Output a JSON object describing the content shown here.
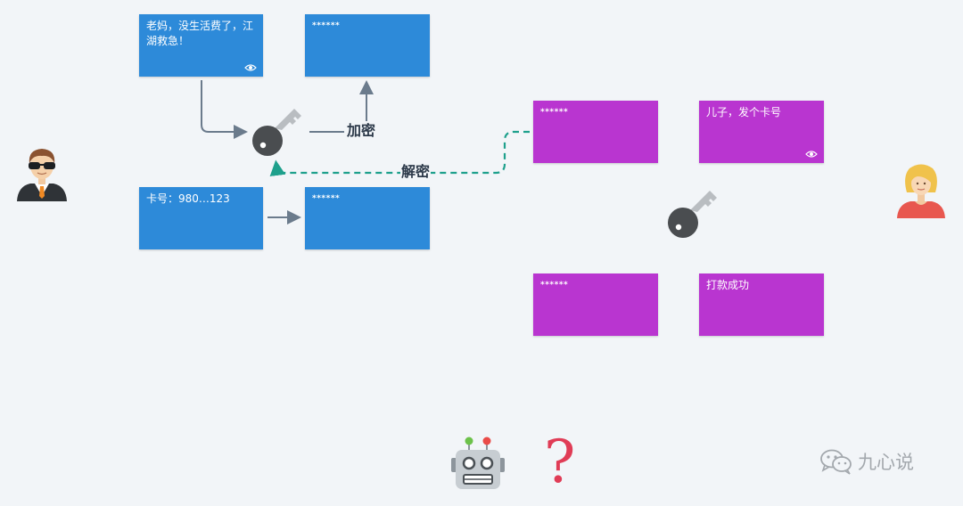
{
  "cards": {
    "plain_message": "老妈，没生活费了，江湖救急！",
    "encrypted_message": "******",
    "plain_card_number": "卡号：980…123",
    "encrypted_card_number": "******",
    "encrypted_reply_1": "******",
    "plain_reply_1": "儿子，发个卡号",
    "encrypted_reply_2": "******",
    "plain_reply_2": "打款成功"
  },
  "labels": {
    "encrypt": "加密",
    "decrypt": "解密"
  },
  "misc": {
    "question_mark": "?",
    "watermark": "九心说"
  },
  "icons": {
    "son": "man-with-sunglasses-icon",
    "mother": "woman-icon",
    "key_1": "key-icon",
    "key_2": "key-icon",
    "eye": "eye-icon",
    "robot": "robot-icon",
    "wechat": "wechat-icon"
  },
  "colors": {
    "blue_card": "#2d8ad9",
    "purple_card": "#b935d0",
    "arrow": "#6b7b8c",
    "decrypt_path": "#1ea08c",
    "question_mark": "#e03c56"
  }
}
